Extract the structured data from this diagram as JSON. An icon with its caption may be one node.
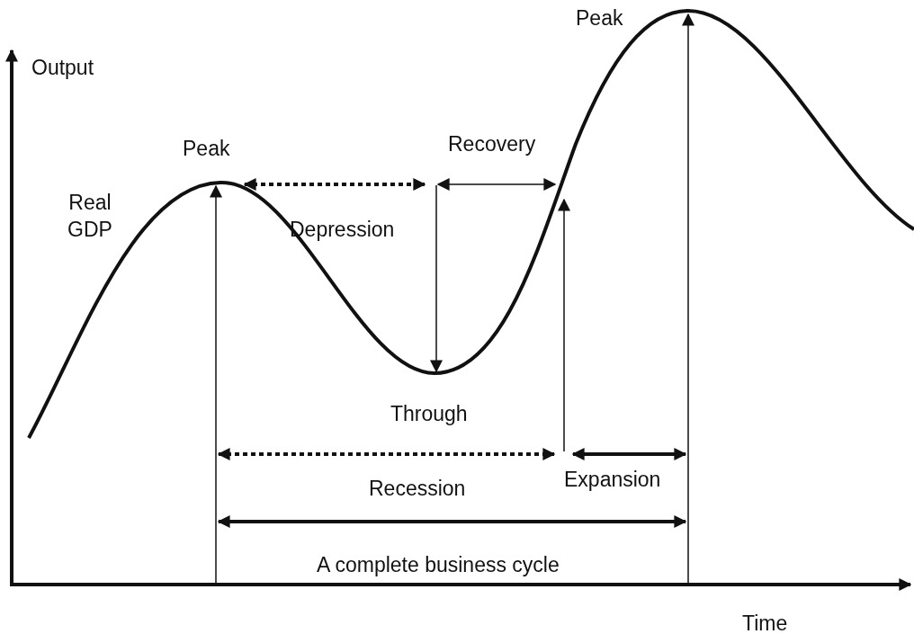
{
  "diagram": {
    "labels": [
      "Peak",
      "Output",
      "Recovery",
      "Peak",
      "Real GDP",
      "Depression",
      "Through",
      "Recession",
      "Expansion",
      "A complete business cycle",
      "Time"
    ]
  }
}
